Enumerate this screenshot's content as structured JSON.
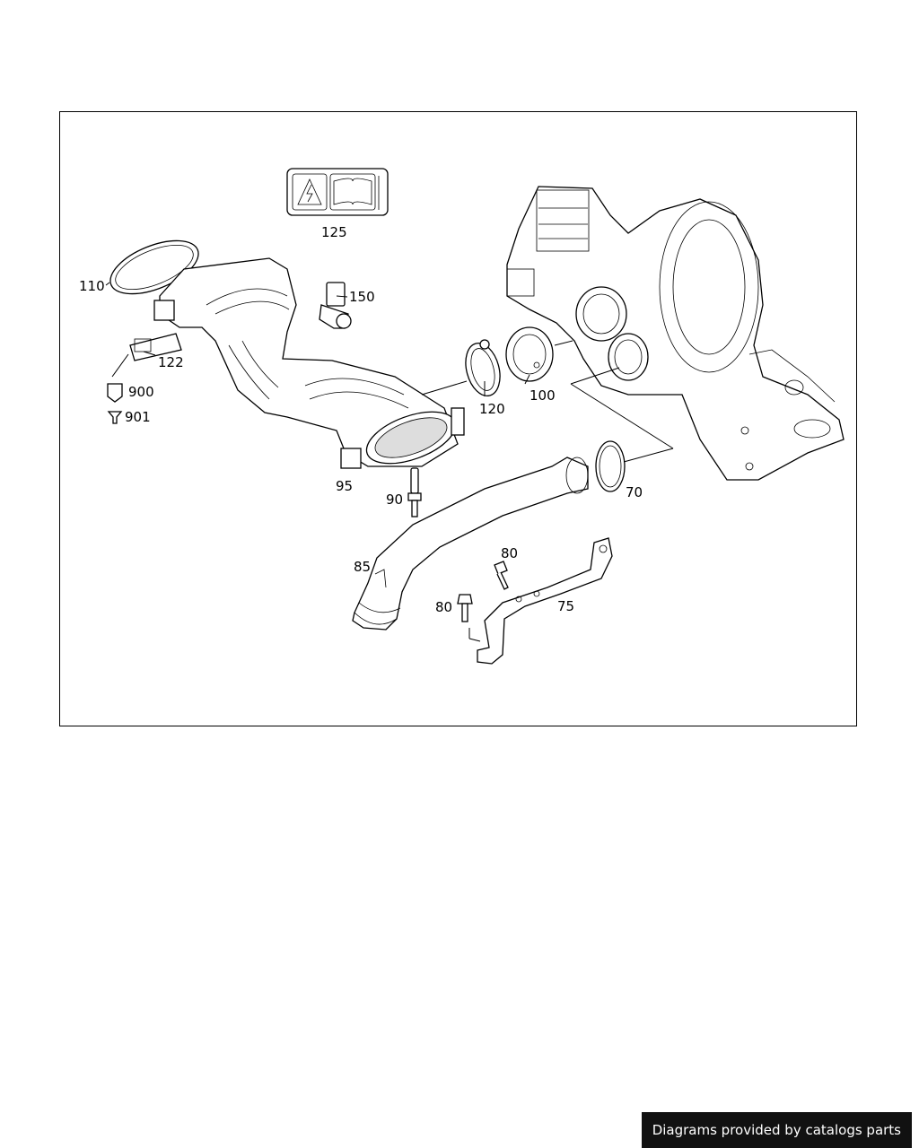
{
  "diagram": {
    "callouts": [
      {
        "id": "125",
        "text": "125"
      },
      {
        "id": "110",
        "text": "110"
      },
      {
        "id": "150",
        "text": "150"
      },
      {
        "id": "122",
        "text": "122"
      },
      {
        "id": "900",
        "text": "900"
      },
      {
        "id": "901",
        "text": "901"
      },
      {
        "id": "120",
        "text": "120"
      },
      {
        "id": "100",
        "text": "100"
      },
      {
        "id": "95",
        "text": "95"
      },
      {
        "id": "90",
        "text": "90"
      },
      {
        "id": "70",
        "text": "70"
      },
      {
        "id": "85",
        "text": "85"
      },
      {
        "id": "80a",
        "text": "80"
      },
      {
        "id": "80b",
        "text": "80"
      },
      {
        "id": "75",
        "text": "75"
      }
    ]
  },
  "footer": {
    "credit_text": "Diagrams provided by catalogs parts"
  }
}
